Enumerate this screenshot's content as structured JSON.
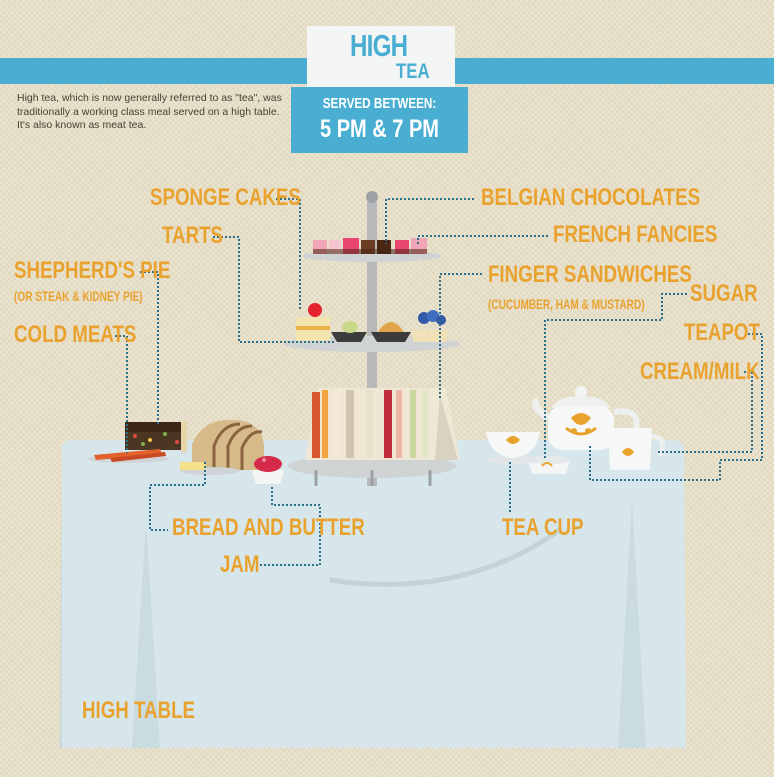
{
  "header": {
    "title_line1": "HIGH",
    "title_line2": "TEA",
    "served_label": "SERVED BETWEEN:",
    "served_time": "5 PM & 7 PM"
  },
  "intro_text": "High tea, which is now generally referred to as \"tea\", was traditionally a working class meal served on a high table. It's also known as meat tea.",
  "labels": {
    "sponge_cakes": "SPONGE CAKES",
    "tarts": "TARTS",
    "belgian_chocolates": "BELGIAN CHOCOLATES",
    "french_fancies": "FRENCH FANCIES",
    "shepherds_pie": "SHEPHERD'S PIE",
    "shepherds_pie_note": "(OR STEAK & KIDNEY PIE)",
    "cold_meats": "COLD MEATS",
    "finger_sandwiches": "FINGER SANDWICHES",
    "finger_sandwiches_note": "(CUCUMBER, HAM & MUSTARD)",
    "sugar": "SUGAR",
    "teapot": "TEAPOT",
    "cream_milk": "CREAM/MILK",
    "bread_and_butter": "BREAD AND BUTTER",
    "jam": "JAM",
    "tea_cup": "TEA CUP",
    "high_table": "HIGH TABLE"
  },
  "colors": {
    "accent_blue": "#4aaed3",
    "label_orange": "#e9a22e",
    "background": "#e6dec6",
    "tablecloth": "#d8e7ea"
  }
}
